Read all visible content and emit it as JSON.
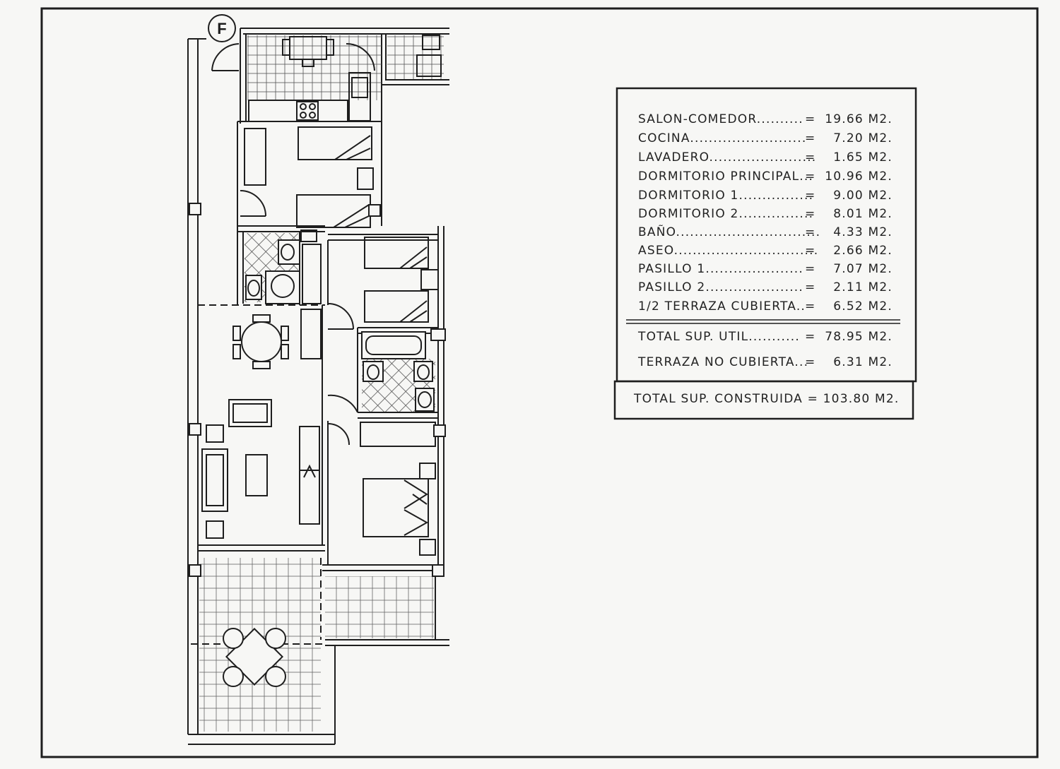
{
  "plan": {
    "unit_marker": "F"
  },
  "areas": {
    "rows": [
      {
        "label": "SALON-COMEDOR..........",
        "eq": "=",
        "value": "19.66  M2."
      },
      {
        "label": "COCINA.........................",
        "eq": "=",
        "value": "7.20  M2."
      },
      {
        "label": "LAVADERO.......................",
        "eq": "=",
        "value": "1.65  M2."
      },
      {
        "label": "DORMITORIO  PRINCIPAL...",
        "eq": "=",
        "value": "10.96  M2."
      },
      {
        "label": "DORMITORIO  1................",
        "eq": "=",
        "value": "9.00  M2."
      },
      {
        "label": "DORMITORIO  2................",
        "eq": "=",
        "value": "8.01  M2."
      },
      {
        "label": "BAÑO...............................",
        "eq": "=",
        "value": "4.33  M2."
      },
      {
        "label": "ASEO...............................",
        "eq": "=",
        "value": "2.66  M2."
      },
      {
        "label": "PASILLO  1.....................",
        "eq": "=",
        "value": "7.07  M2."
      },
      {
        "label": "PASILLO  2.....................",
        "eq": "=",
        "value": "2.11  M2."
      },
      {
        "label": "1/2  TERRAZA  CUBIERTA..",
        "eq": "=",
        "value": "6.52  M2."
      }
    ],
    "total_util": {
      "label": "TOTAL  SUP.  UTIL...........",
      "eq": "=",
      "value": "78.95  M2."
    },
    "terraza_no_cubierta": {
      "label": "TERRAZA  NO  CUBIERTA...",
      "eq": "=",
      "value": "6.31  M2."
    },
    "total_construida": {
      "label": "TOTAL  SUP.  CONSTRUIDA  =  103.80  M2."
    }
  },
  "colors": {
    "ink": "#1e1e1e",
    "paper": "#f7f7f5"
  }
}
